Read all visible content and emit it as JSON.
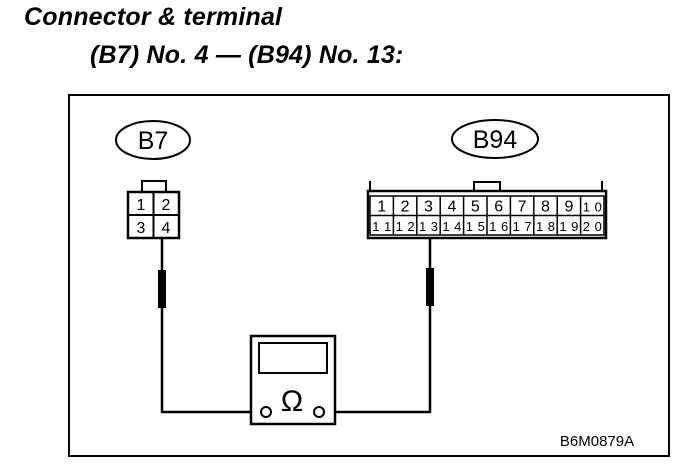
{
  "heading": {
    "line1": "Connector & terminal",
    "line2": "(B7) No. 4 — (B94) No. 13:"
  },
  "connector_b7": {
    "label": "B7",
    "terminals": [
      "1",
      "2",
      "3",
      "4"
    ]
  },
  "connector_b94": {
    "label": "B94",
    "row1": [
      "1",
      "2",
      "3",
      "4",
      "5",
      "6",
      "7",
      "8",
      "9",
      "10"
    ],
    "row2": [
      "11",
      "12",
      "13",
      "14",
      "15",
      "16",
      "17",
      "18",
      "19",
      "20"
    ]
  },
  "meter": {
    "symbol": "Ω",
    "icon": "ohmmeter-icon"
  },
  "figure_code": "B6M0879A"
}
